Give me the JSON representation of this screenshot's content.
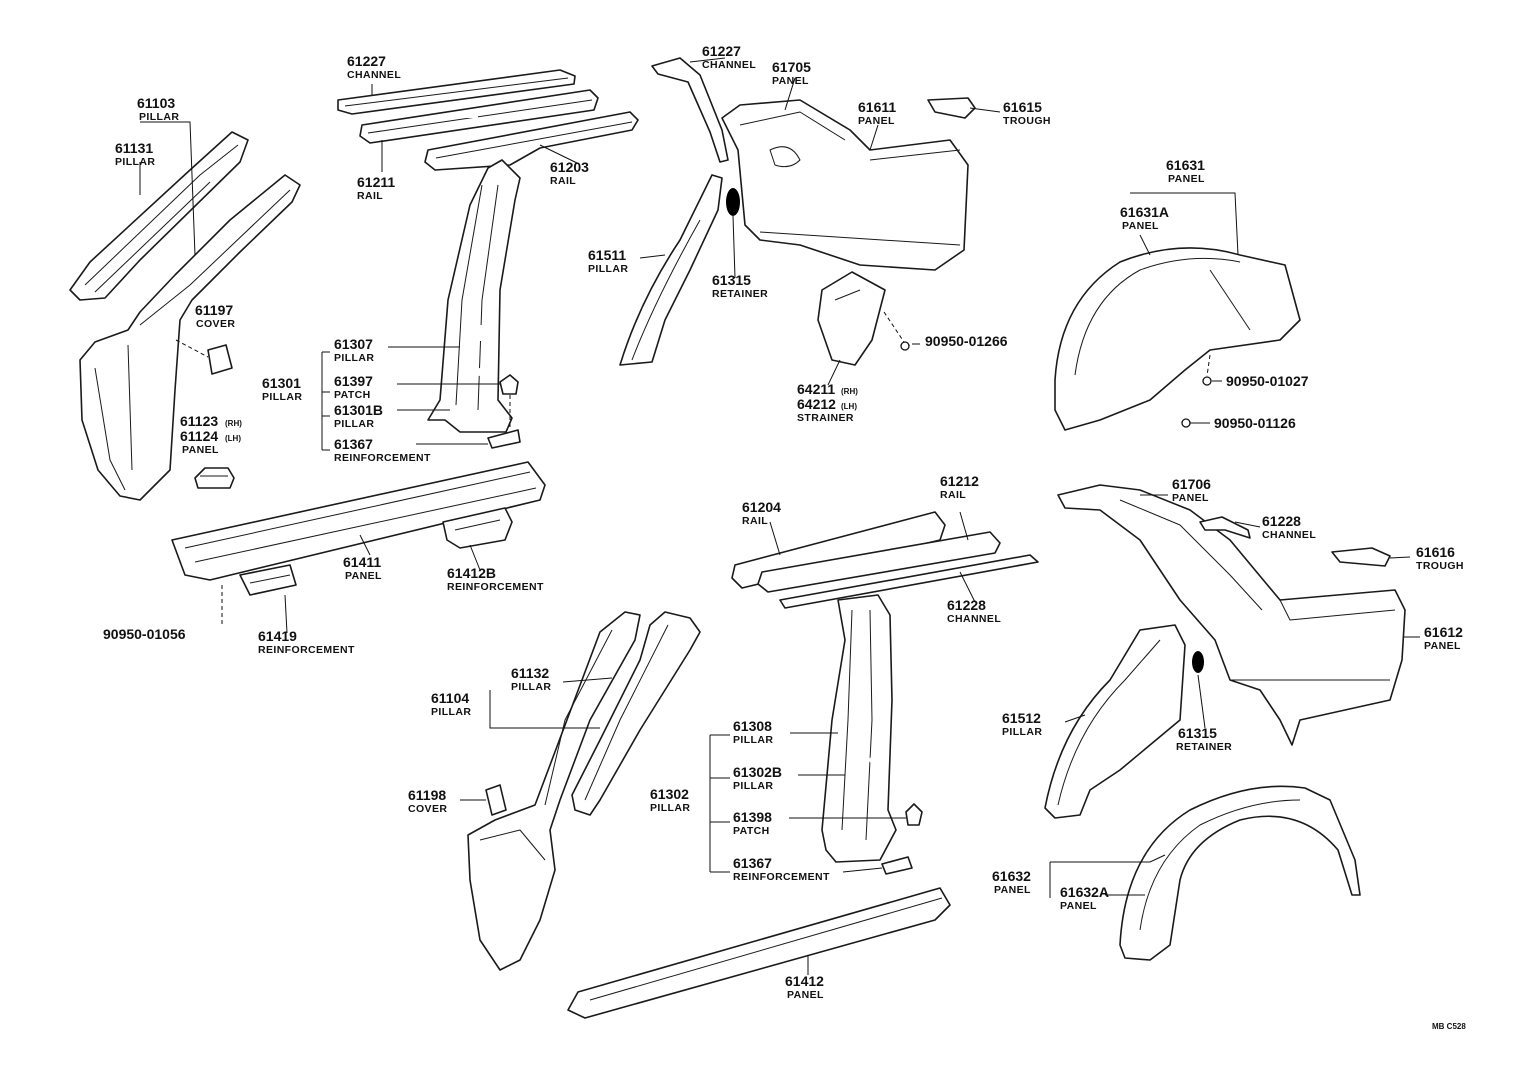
{
  "labels": {
    "p61103": "61103",
    "p61103_n": "PILLAR",
    "p61131": "61131",
    "p61131_n": "PILLAR",
    "p61197": "61197",
    "p61197_n": "COVER",
    "p61123": "61123",
    "p61123_s": "(RH)",
    "p61124": "61124",
    "p61124_s": "(LH)",
    "p61124_n": "PANEL",
    "p61227a": "61227",
    "p61227a_n": "CHANNEL",
    "p61211": "61211",
    "p61211_n": "RAIL",
    "p61203": "61203",
    "p61203_n": "RAIL",
    "p61307": "61307",
    "p61307_n": "PILLAR",
    "p61301": "61301",
    "p61301_n": "PILLAR",
    "p61397": "61397",
    "p61397_n": "PATCH",
    "p61301b": "61301B",
    "p61301b_n": "PILLAR",
    "p61367a": "61367",
    "p61367a_n": "REINFORCEMENT",
    "p61411": "61411",
    "p61411_n": "PANEL",
    "p61412b": "61412B",
    "p61412b_n": "REINFORCEMENT",
    "p90950_01056": "90950-01056",
    "p61419": "61419",
    "p61419_n": "REINFORCEMENT",
    "p61227b": "61227",
    "p61227b_n": "CHANNEL",
    "p61705": "61705",
    "p61705_n": "PANEL",
    "p61611": "61611",
    "p61611_n": "PANEL",
    "p61615": "61615",
    "p61615_n": "TROUGH",
    "p61511": "61511",
    "p61511_n": "PILLAR",
    "p61315a": "61315",
    "p61315a_n": "RETAINER",
    "p90950_01266": "90950-01266",
    "p64211": "64211",
    "p64211_s": "(RH)",
    "p64212": "64212",
    "p64212_s": "(LH)",
    "p64212_n": "STRAINER",
    "p61631": "61631",
    "p61631_n": "PANEL",
    "p61631a": "61631A",
    "p61631a_n": "PANEL",
    "p90950_01027": "90950-01027",
    "p90950_01126": "90950-01126",
    "p61204": "61204",
    "p61204_n": "RAIL",
    "p61212": "61212",
    "p61212_n": "RAIL",
    "p61228a": "61228",
    "p61228a_n": "CHANNEL",
    "p61706": "61706",
    "p61706_n": "PANEL",
    "p61228b": "61228",
    "p61228b_n": "CHANNEL",
    "p61616": "61616",
    "p61616_n": "TROUGH",
    "p61612": "61612",
    "p61612_n": "PANEL",
    "p61132": "61132",
    "p61132_n": "PILLAR",
    "p61104": "61104",
    "p61104_n": "PILLAR",
    "p61198": "61198",
    "p61198_n": "COVER",
    "p61308": "61308",
    "p61308_n": "PILLAR",
    "p61302": "61302",
    "p61302_n": "PILLAR",
    "p61302b": "61302B",
    "p61302b_n": "PILLAR",
    "p61398": "61398",
    "p61398_n": "PATCH",
    "p61367b": "61367",
    "p61367b_n": "REINFORCEMENT",
    "p61512": "61512",
    "p61512_n": "PILLAR",
    "p61315b": "61315",
    "p61315b_n": "RETAINER",
    "p61632": "61632",
    "p61632_n": "PANEL",
    "p61632a": "61632A",
    "p61632a_n": "PANEL",
    "p61412": "61412",
    "p61412_n": "PANEL",
    "code": "MB C528"
  }
}
